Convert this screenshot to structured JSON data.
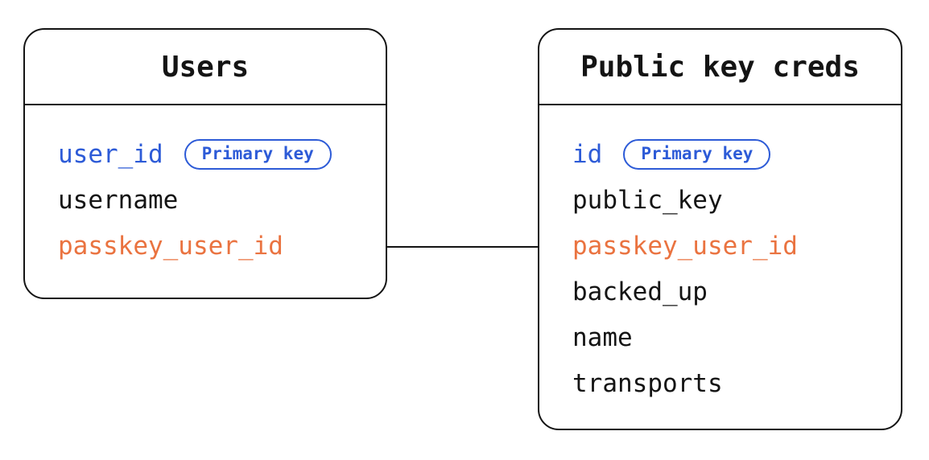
{
  "diagram": {
    "type": "entity-relationship",
    "colors": {
      "primary_key_blue": "#2d5bd7",
      "foreign_key_orange": "#ea7340",
      "line_black": "#141414",
      "background": "#ffffff"
    },
    "relationship": {
      "from_table": "Users",
      "from_field": "passkey_user_id",
      "to_table": "Public key creds",
      "to_field": "passkey_user_id"
    },
    "tables": [
      {
        "name": "Users",
        "fields": [
          {
            "name": "user_id",
            "badge": "Primary key",
            "role": "primary-key"
          },
          {
            "name": "username",
            "role": "column"
          },
          {
            "name": "passkey_user_id",
            "role": "foreign-key"
          }
        ]
      },
      {
        "name": "Public key creds",
        "fields": [
          {
            "name": "id",
            "badge": "Primary key",
            "role": "primary-key"
          },
          {
            "name": "public_key",
            "role": "column"
          },
          {
            "name": "passkey_user_id",
            "role": "foreign-key"
          },
          {
            "name": "backed_up",
            "role": "column"
          },
          {
            "name": "name",
            "role": "column"
          },
          {
            "name": "transports",
            "role": "column"
          }
        ]
      }
    ]
  }
}
